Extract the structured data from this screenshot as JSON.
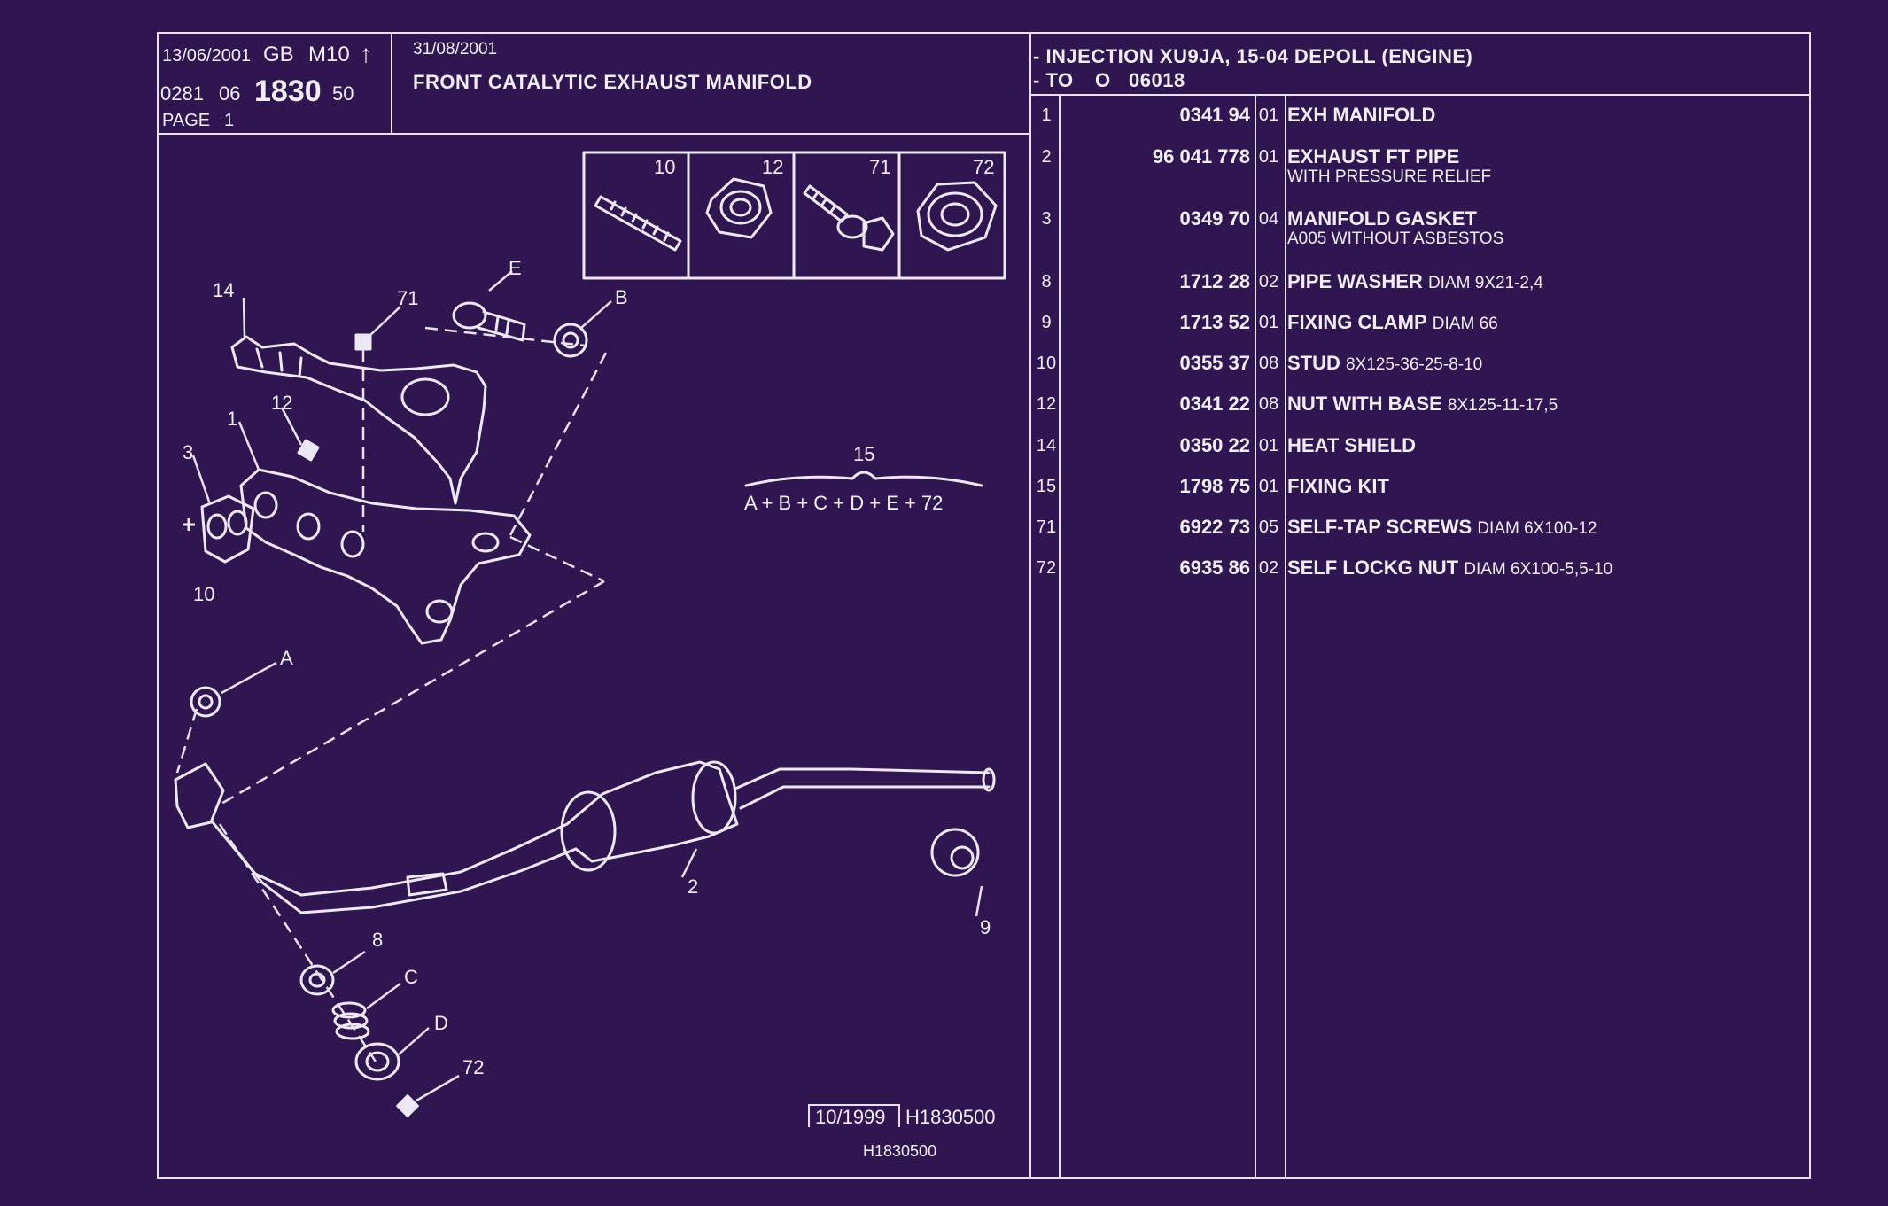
{
  "header": {
    "date_left": "13/06/2001",
    "lang_code": "GB",
    "model": "M10",
    "arrow": "↑",
    "code_prefix": "0281",
    "code_mid": "06",
    "code_main": "1830",
    "code_suffix": "50",
    "page_label": "PAGE",
    "page_number": "1",
    "date_mid": "31/08/2001",
    "title": "FRONT CATALYTIC EXHAUST MANIFOLD",
    "app_line1": "- INJECTION XU9JA, 15-04 DEPOLL (ENGINE)",
    "app_line2_prefix": "- TO",
    "app_line2_o": "O",
    "app_line2_code": "06018"
  },
  "inset_parts": [
    "10",
    "12",
    "71",
    "72"
  ],
  "diagram_labels": {
    "n14": "14",
    "n71": "71",
    "nE": "E",
    "nB": "B",
    "n12": "12",
    "n1": "1",
    "n3": "3",
    "n10": "10",
    "nA": "A",
    "n15": "15",
    "kit": "A + B + C + D + E + 72",
    "n2": "2",
    "n8": "8",
    "nC": "C",
    "nD": "D",
    "n72": "72",
    "n9": "9"
  },
  "footer": {
    "date_box": "10/1999",
    "drawing_ref": "H1830500",
    "drawing_ref_small": "H1830500"
  },
  "parts": [
    {
      "item": "1",
      "ref": "0341 94",
      "qty": "01",
      "name": "EXH MANIFOLD",
      "spec": "",
      "note": ""
    },
    {
      "item": "2",
      "ref": "96 041 778",
      "qty": "01",
      "name": "EXHAUST FT PIPE",
      "spec": "",
      "note": "WITH PRESSURE RELIEF"
    },
    {
      "item": "3",
      "ref": "0349 70",
      "qty": "04",
      "name": "MANIFOLD GASKET",
      "spec": "",
      "note": "A005 WITHOUT ASBESTOS"
    },
    {
      "item": "8",
      "ref": "1712 28",
      "qty": "02",
      "name": "PIPE WASHER",
      "spec": "DIAM 9X21-2,4",
      "note": ""
    },
    {
      "item": "9",
      "ref": "1713 52",
      "qty": "01",
      "name": "FIXING CLAMP",
      "spec": "DIAM 66",
      "note": ""
    },
    {
      "item": "10",
      "ref": "0355 37",
      "qty": "08",
      "name": "STUD",
      "spec": "8X125-36-25-8-10",
      "note": ""
    },
    {
      "item": "12",
      "ref": "0341 22",
      "qty": "08",
      "name": "NUT WITH BASE",
      "spec": "8X125-11-17,5",
      "note": ""
    },
    {
      "item": "14",
      "ref": "0350 22",
      "qty": "01",
      "name": "HEAT SHIELD",
      "spec": "",
      "note": ""
    },
    {
      "item": "15",
      "ref": "1798 75",
      "qty": "01",
      "name": "FIXING KIT",
      "spec": "",
      "note": ""
    },
    {
      "item": "71",
      "ref": "6922 73",
      "qty": "05",
      "name": "SELF-TAP SCREWS",
      "spec": "DIAM 6X100-12",
      "note": ""
    },
    {
      "item": "72",
      "ref": "6935 86",
      "qty": "02",
      "name": "SELF LOCKG NUT",
      "spec": "DIAM 6X100-5,5-10",
      "note": ""
    }
  ]
}
